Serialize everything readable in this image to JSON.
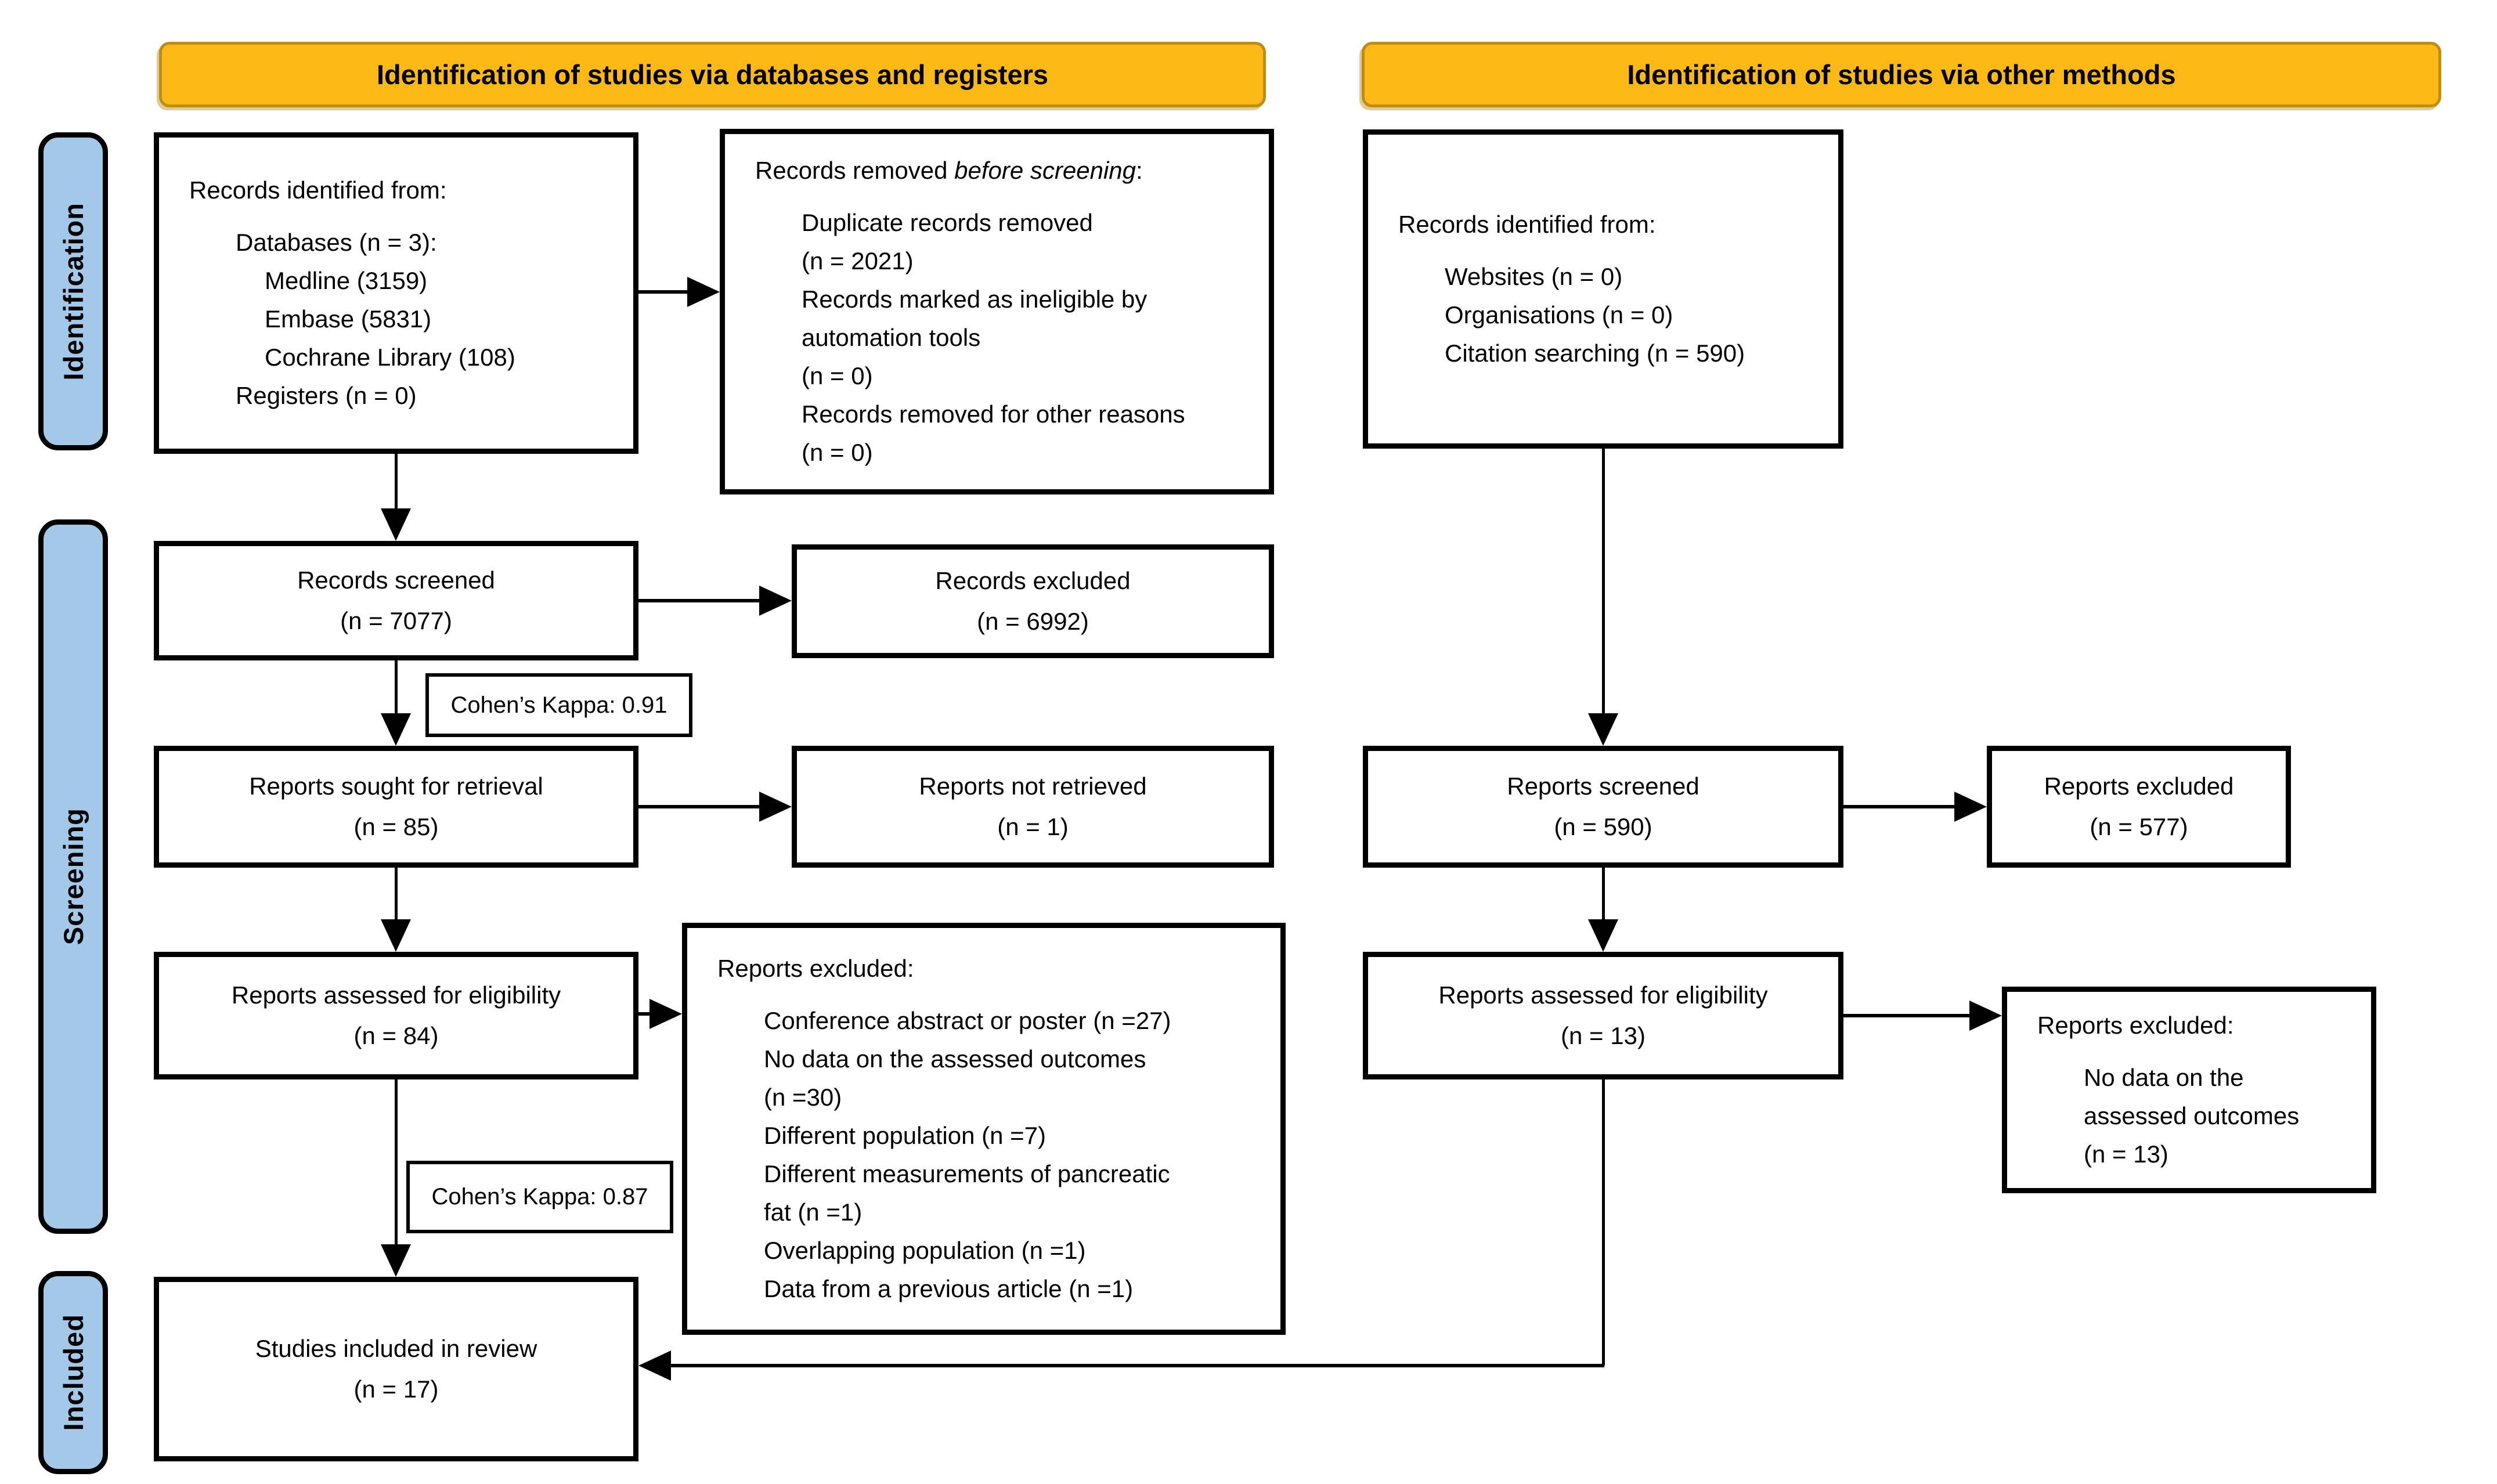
{
  "banners": {
    "left": "Identification of studies via databases and registers",
    "right": "Identification of studies via other methods"
  },
  "sidebar": {
    "items": [
      {
        "label": "Identification"
      },
      {
        "label": "Screening"
      },
      {
        "label": "Included"
      }
    ]
  },
  "kappa": {
    "screening": "Cohen’s Kappa: 0.91",
    "eligibility": "Cohen’s Kappa: 0.87"
  },
  "boxes": {
    "db_identified": {
      "title": "Records identified from:",
      "lines": [
        "Databases (n = 3):",
        "Medline (3159)",
        "Embase (5831)",
        "Cochrane Library (108)",
        "Registers (n = 0)"
      ]
    },
    "removed_before": {
      "title_prefix": "Records removed ",
      "title_italic": "before screening",
      "title_suffix": ":",
      "lines": [
        "Duplicate records removed",
        "(n = 2021)",
        "Records marked as ineligible by",
        "automation tools",
        "(n = 0)",
        "Records removed for other reasons",
        "(n = 0)"
      ]
    },
    "records_screened": {
      "line1": "Records screened",
      "line2": "(n = 7077)"
    },
    "records_excluded": {
      "line1": "Records excluded",
      "line2": "(n = 6992)"
    },
    "reports_sought": {
      "line1": "Reports sought for retrieval",
      "line2": "(n = 85)"
    },
    "reports_not_retrieved": {
      "line1": "Reports not retrieved",
      "line2": "(n = 1)"
    },
    "reports_assessed": {
      "line1": "Reports assessed for eligibility",
      "line2": "(n = 84)"
    },
    "reports_excluded_big": {
      "title": "Reports excluded:",
      "lines": [
        "Conference abstract or poster (n =27)",
        "No data on the assessed outcomes",
        "(n =30)",
        "Different population (n =7)",
        "Different measurements of pancreatic",
        "fat (n =1)",
        "Overlapping population (n =1)",
        "Data from a previous article (n =1)"
      ]
    },
    "studies_included": {
      "line1": "Studies included in review",
      "line2": "(n = 17)"
    },
    "other_identified": {
      "title": "Records identified from:",
      "lines": [
        "Websites (n = 0)",
        "Organisations (n = 0)",
        "Citation searching (n = 590)"
      ]
    },
    "other_reports_screened": {
      "line1": "Reports screened",
      "line2": "(n = 590)"
    },
    "other_reports_excluded": {
      "line1": "Reports excluded",
      "line2": "(n = 577)"
    },
    "other_reports_assessed": {
      "line1": "Reports assessed for eligibility",
      "line2": "(n = 13)"
    },
    "other_reports_excluded_13": {
      "title": "Reports excluded:",
      "lines": [
        "No data on the",
        "assessed outcomes",
        "(n = 13)"
      ]
    }
  },
  "colors": {
    "banner_fill": "#FBB817",
    "banner_border": "#BE8D15",
    "sidebar_fill": "#A4C8E8",
    "box_border": "#000000",
    "background": "#FFFFFF"
  }
}
